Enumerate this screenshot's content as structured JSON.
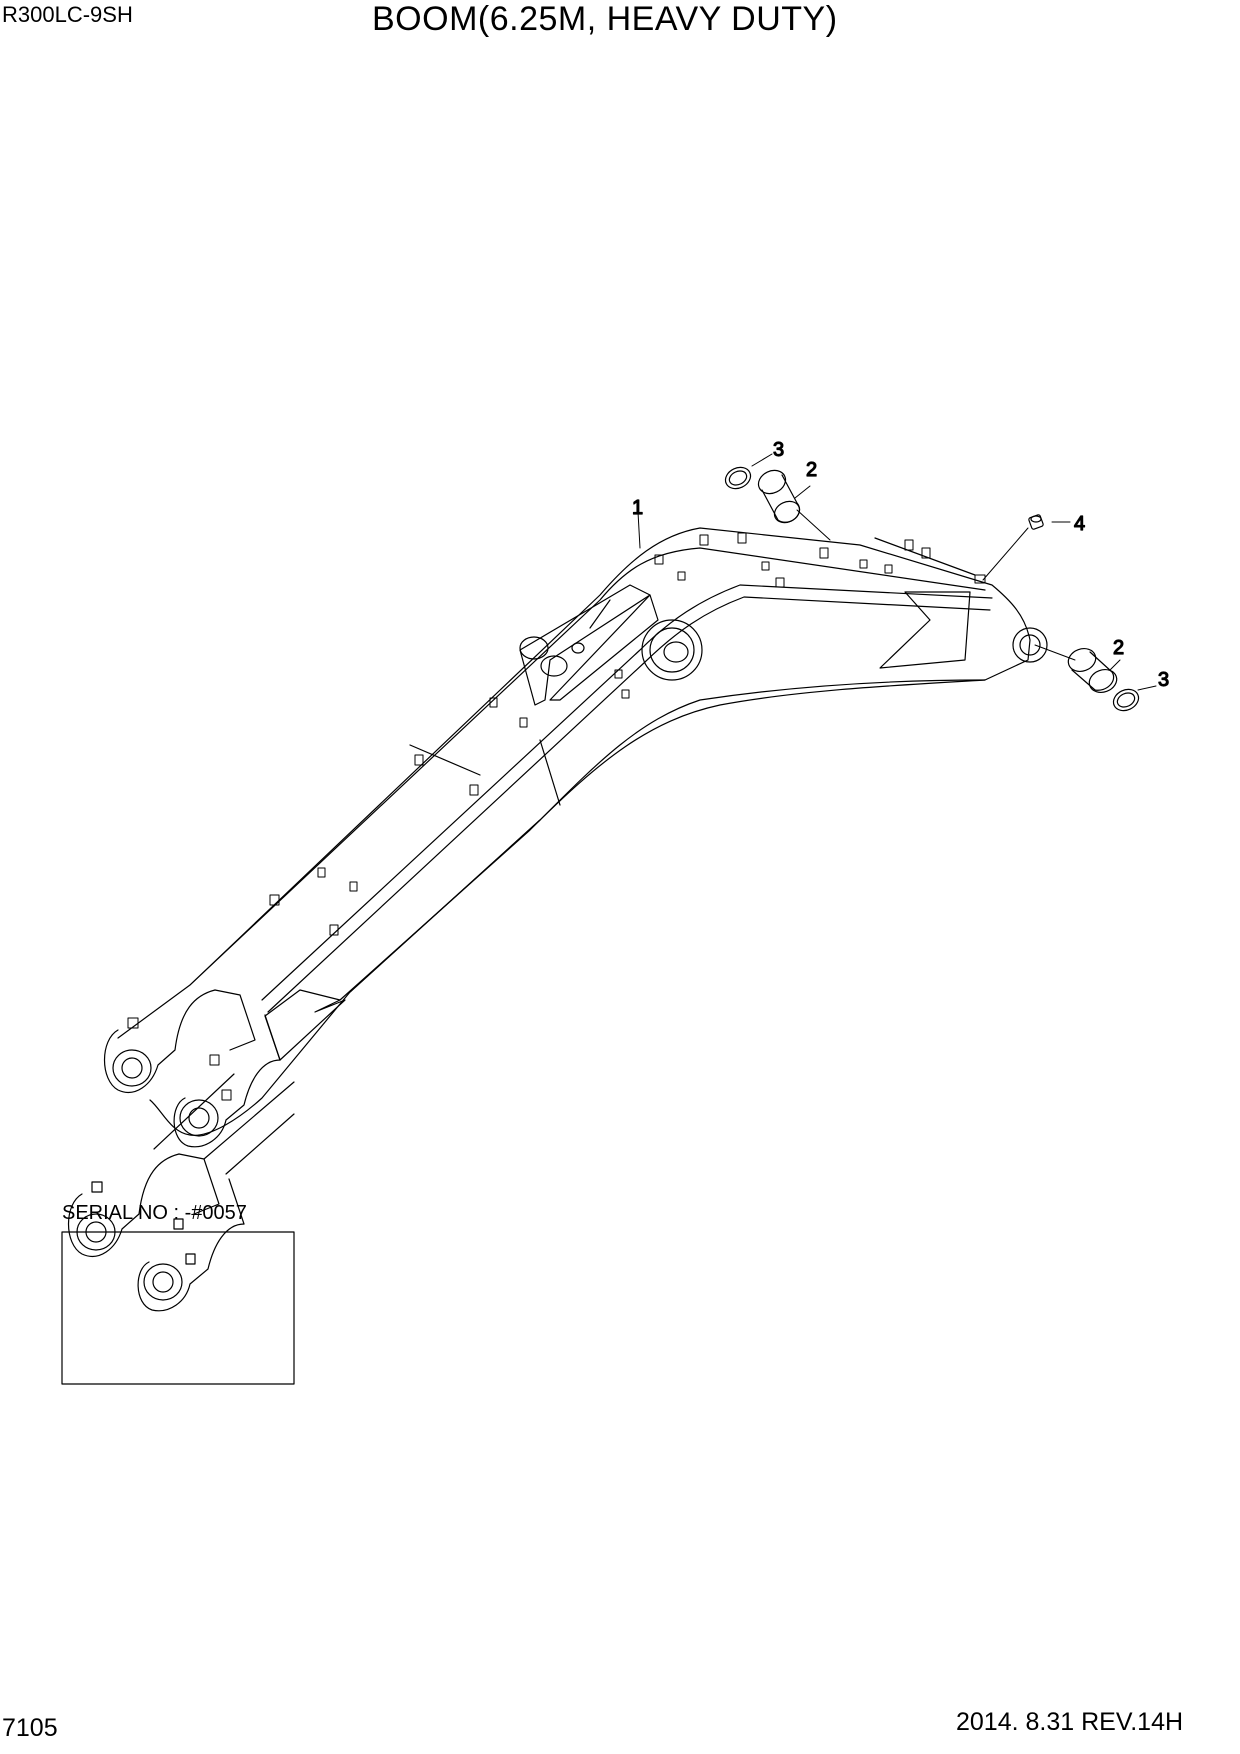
{
  "header": {
    "model": "R300LC-9SH",
    "title": "BOOM(6.25M, HEAVY DUTY)"
  },
  "footer": {
    "page_number": "7105",
    "revision": "2014. 8.31  REV.14H"
  },
  "inset": {
    "label": "SERIAL NO : -#0057"
  },
  "callouts": {
    "boom": "1",
    "bush_top": "2",
    "ring_top": "3",
    "grease_nipple": "4",
    "bush_right": "2",
    "ring_right": "3"
  }
}
